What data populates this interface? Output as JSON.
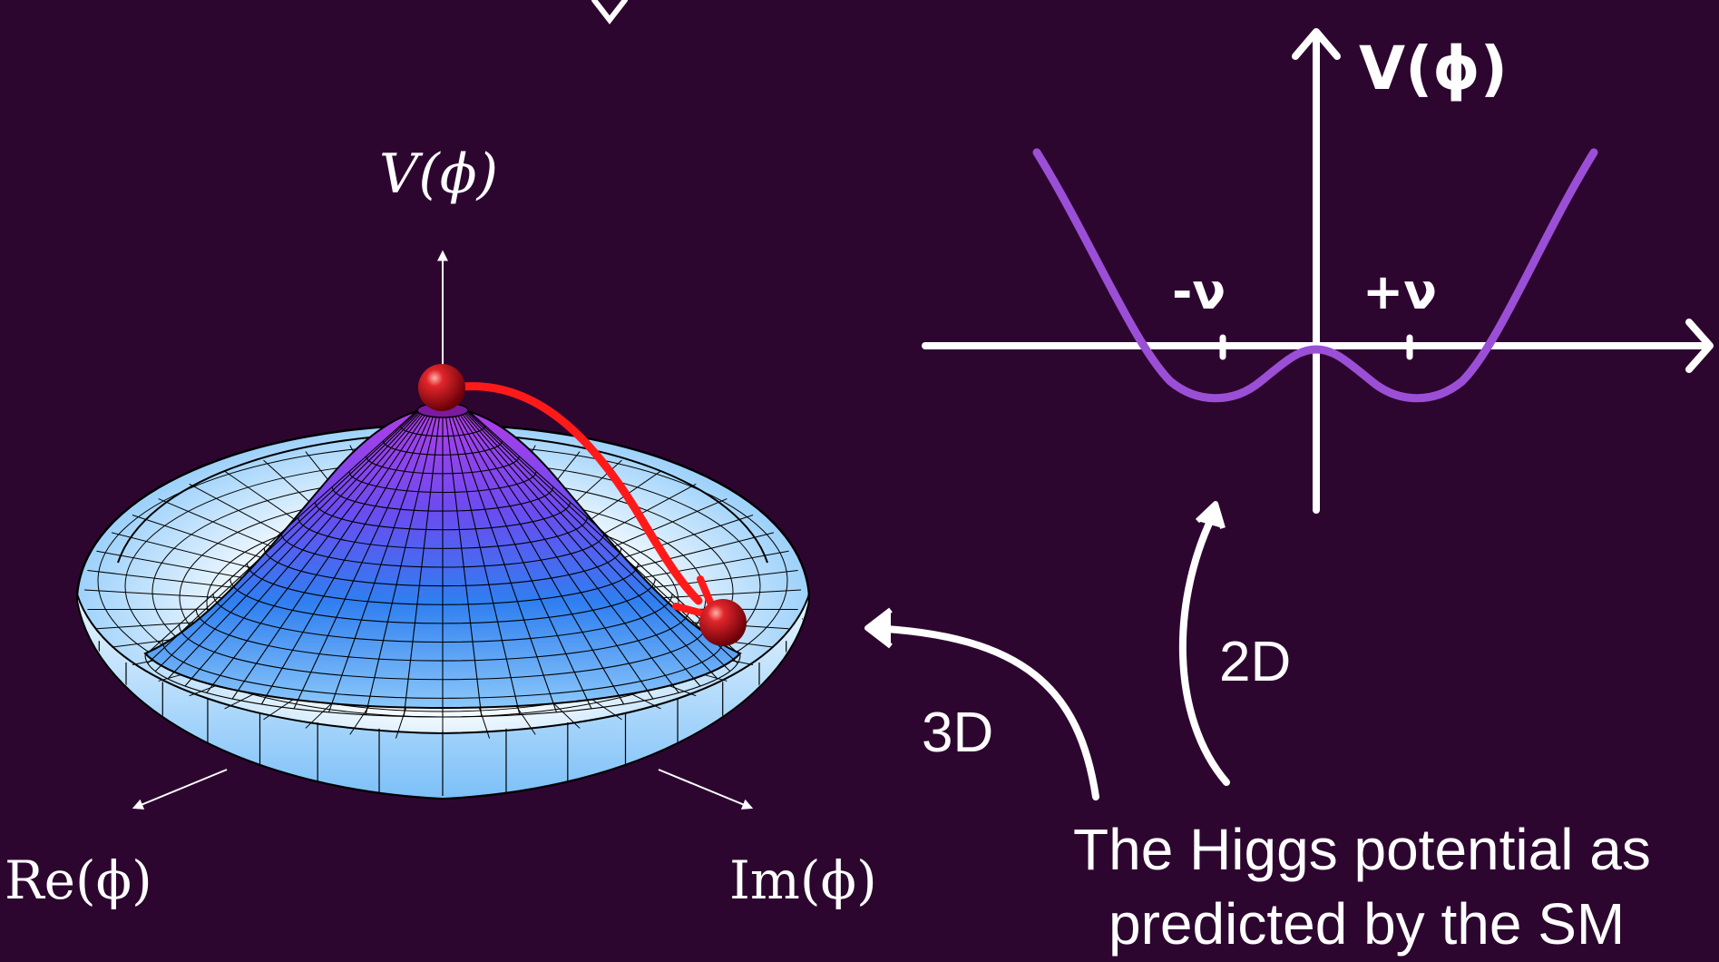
{
  "diagram": {
    "axis_labels_3d": {
      "vertical": "V(ϕ)",
      "real": "Re(ϕ)",
      "imaginary": "Im(ϕ)"
    },
    "plot_2d": {
      "y_label": "V(ϕ)",
      "minus_vev": "-ν",
      "plus_vev": "+ν"
    },
    "arrow_labels": {
      "three_d": "3D",
      "two_d": "2D"
    },
    "caption_line1": "The Higgs potential as",
    "caption_line2": "predicted by the SM"
  },
  "colors": {
    "background": "#2d0630",
    "curve": "#9b4fd6",
    "roll_path": "#ff1a1a",
    "ball": "#c8121a",
    "surface_top": "#b23ce8",
    "surface_mid": "#2f7ff0",
    "surface_rim": "#7cc0f8"
  },
  "icons": [
    "ball-icon",
    "arrow-icon"
  ]
}
